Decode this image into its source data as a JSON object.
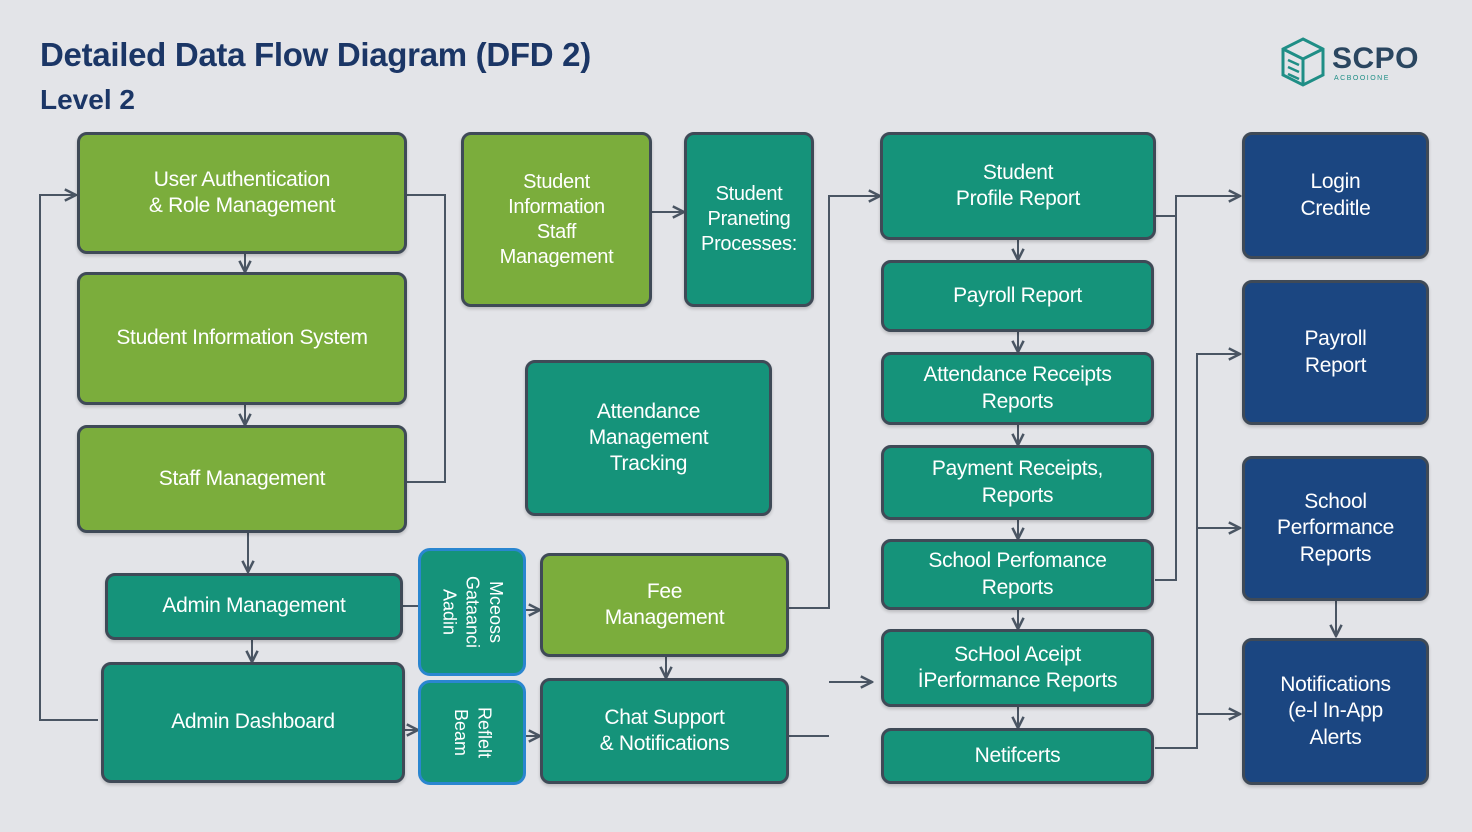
{
  "header": {
    "title": "Detailed Data Flow Diagram (DFD 2)",
    "subtitle": "Level 2"
  },
  "logo": {
    "name": "SCPO",
    "tagline": "ACBOOIONE",
    "icon": "cube-logo-icon",
    "color": "#1f8e86"
  },
  "colors": {
    "lime": "#7bad3c",
    "teal": "#15937a",
    "navy": "#1b4681",
    "border": "#3f4a57",
    "title": "#1b3666"
  },
  "left_column": {
    "user_auth": "User Authentication\n& Role Management",
    "student_info_system": "Student Information System",
    "staff_management": "Staff Management",
    "admin_management": "Admin Management",
    "admin_dashboard": "Admin Dashboard"
  },
  "middle": {
    "student_info_staff": "Student\nInformation\nStaff\nManagement",
    "student_processes": "Student\nPraneting\nProcesses:",
    "attendance": "Attendance\nManagement\nTracking",
    "messages_panel": "Mceoss\nGataanci\nAadin",
    "beam_panel": "Reflelt\nBeam",
    "fee_management": "Fee\nManagement",
    "chat_support": "Chat Support\n& Notifications"
  },
  "reports_column": {
    "student_profile": "Student\nProfile Report",
    "payroll": "Payroll Report",
    "attendance_receipts": "Attendance Receipts\nReports",
    "payment_receipts": "Payment  Receipts,\nReports",
    "school_performance": "School Perfomance\nReports",
    "school_receipt": "ScHool Aceipt\nİPerformance Reports",
    "notifications": "Netifcerts"
  },
  "outputs_column": {
    "login": "Login\nCreditle",
    "payroll": "Payroll\nReport",
    "school_performance": "School\nPerformance\nReports",
    "notifications": "Notifications\n(e-l In-App\nAlerts"
  }
}
